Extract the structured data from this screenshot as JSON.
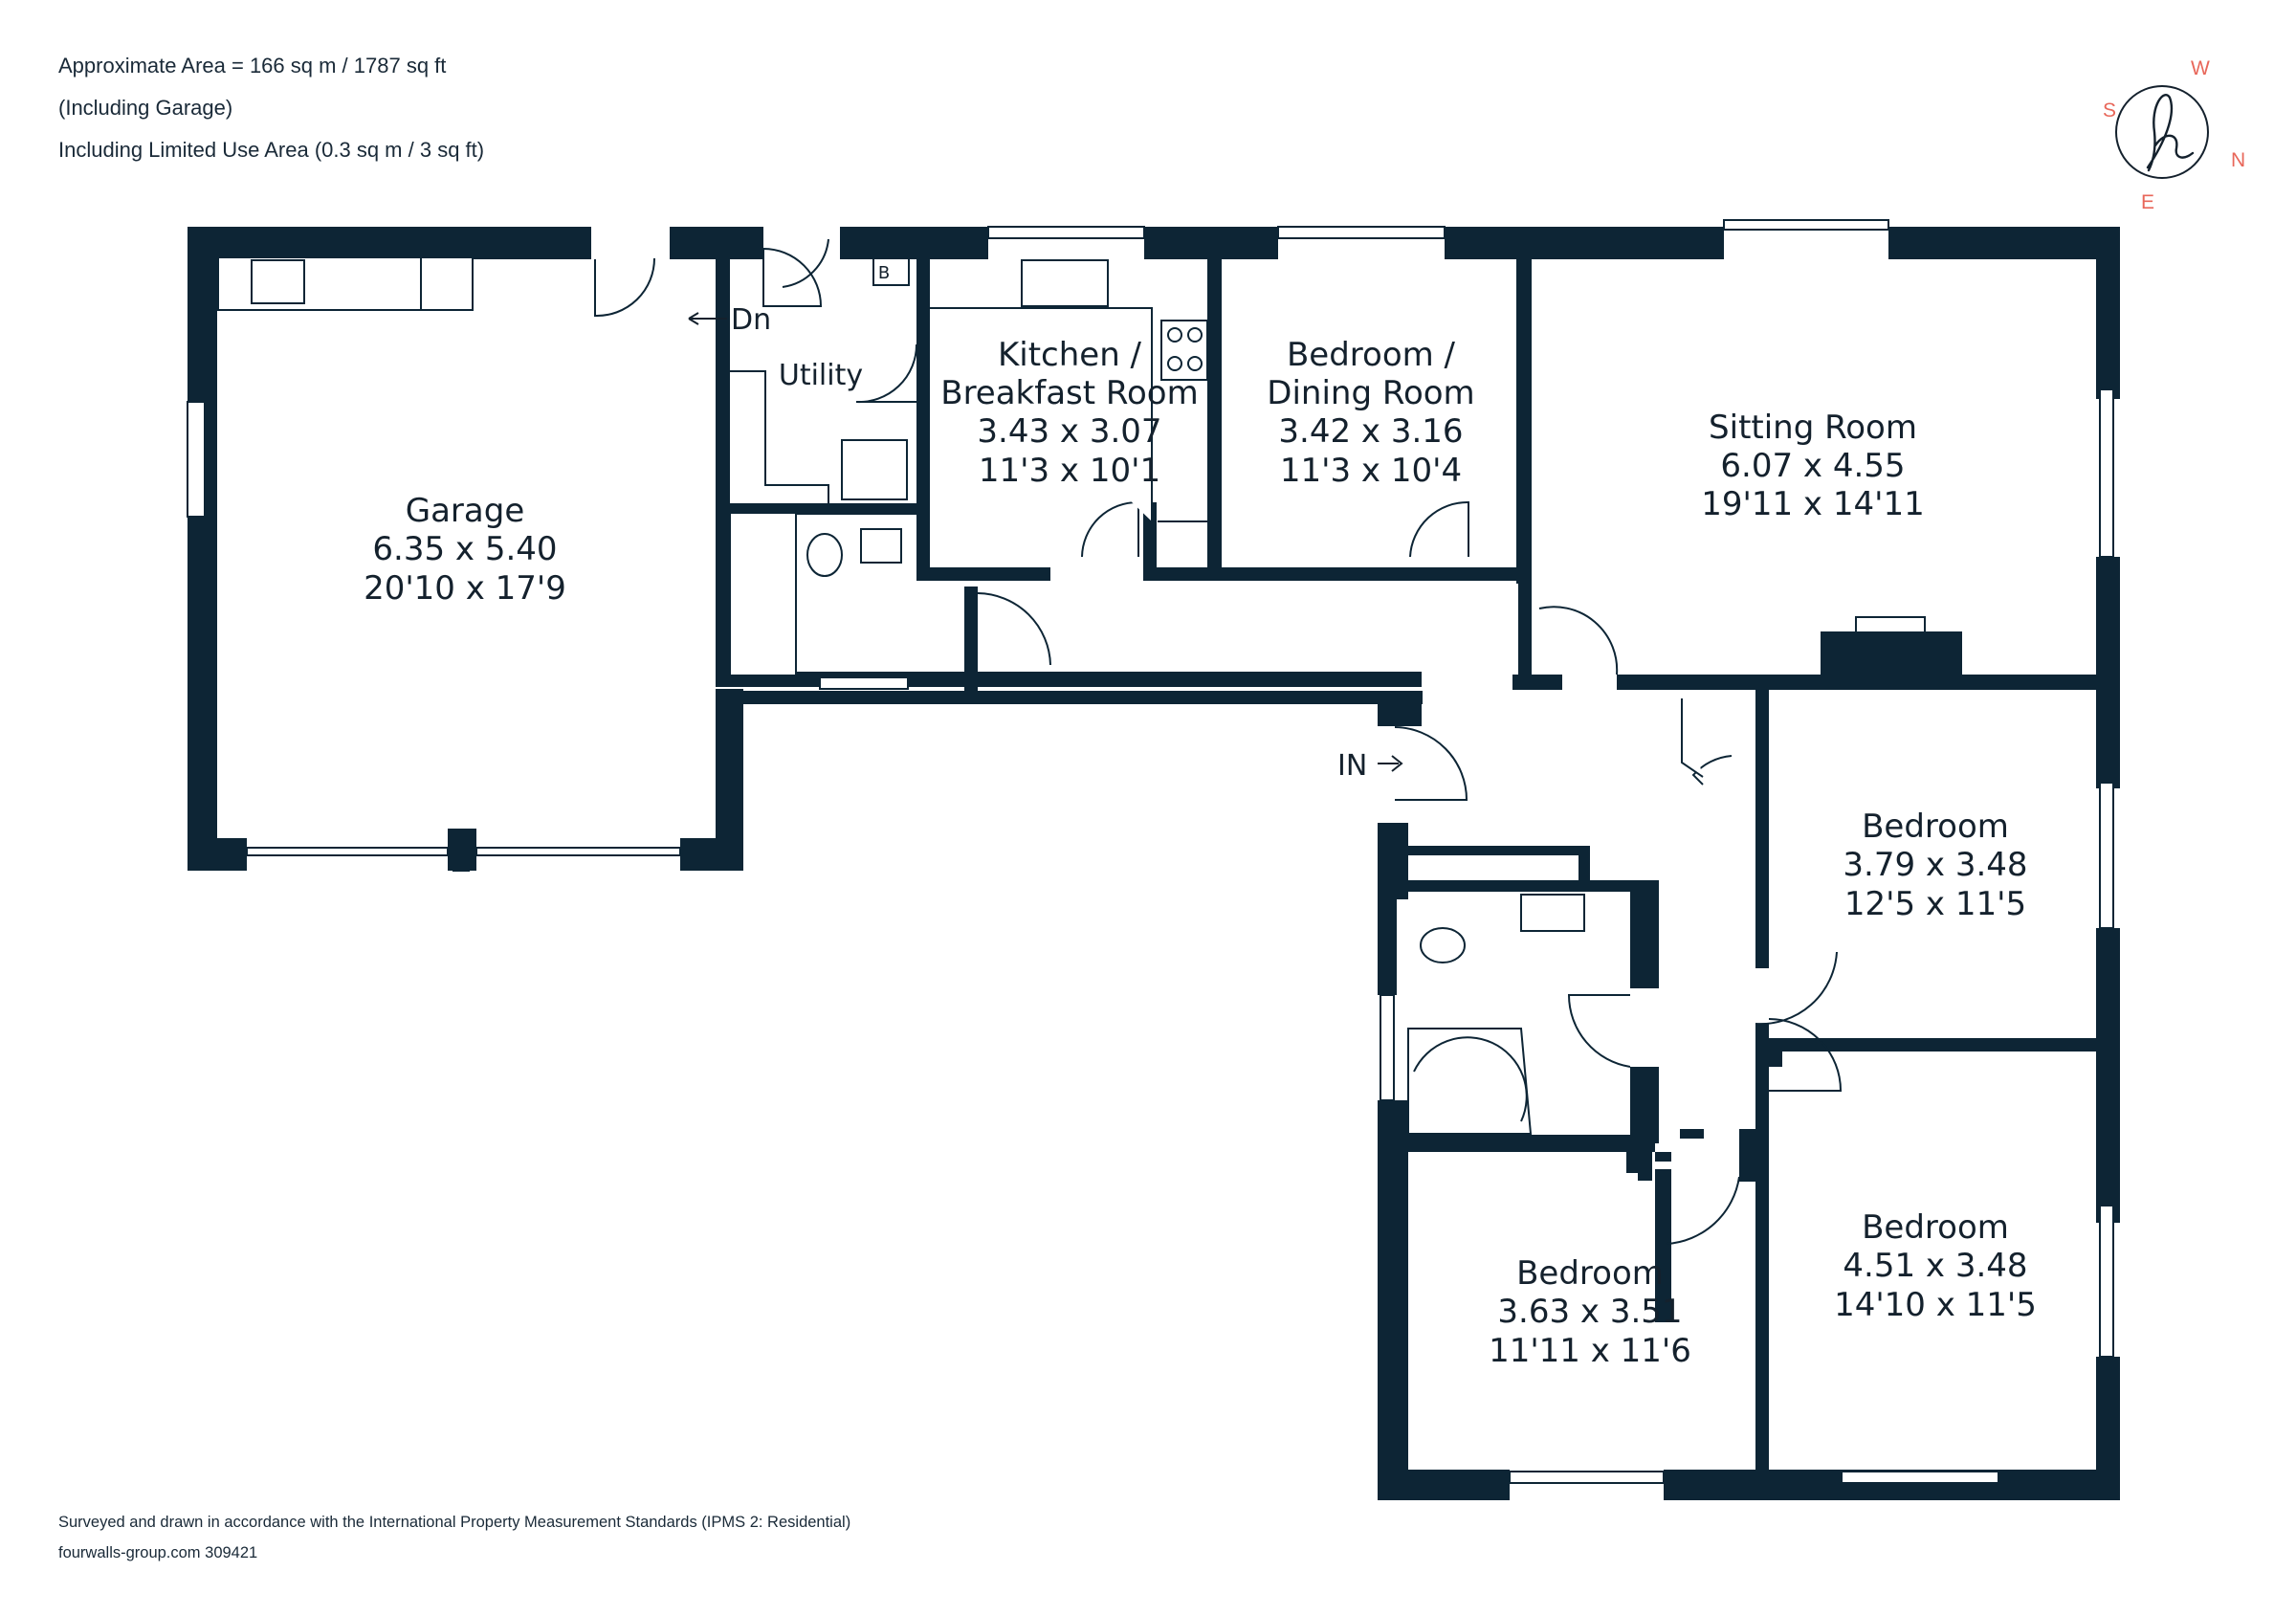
{
  "header": {
    "area_line": "Approximate Area = 166 sq m / 1787 sq ft",
    "garage_note": "(Including Garage)",
    "limited_use_note": "Including Limited Use Area (0.3 sq m / 3 sq ft)"
  },
  "compass": {
    "north": "N",
    "south": "S",
    "east": "E",
    "west": "W",
    "logo_letter": "h"
  },
  "colors": {
    "wall": "#0d2535",
    "accent": "#e8675a",
    "text": "#14212d"
  },
  "rooms": {
    "garage": {
      "name": "Garage",
      "metric": "6.35 x 5.40",
      "imperial": "20'10 x 17'9"
    },
    "utility": {
      "name": "Utility"
    },
    "kitchen": {
      "name_line1": "Kitchen /",
      "name_line2": "Breakfast Room",
      "metric": "3.43 x 3.07",
      "imperial": "11'3 x 10'1"
    },
    "dining": {
      "name_line1": "Bedroom /",
      "name_line2": "Dining Room",
      "metric": "3.42 x 3.16",
      "imperial": "11'3 x 10'4"
    },
    "sitting": {
      "name": "Sitting Room",
      "metric": "6.07 x 4.55",
      "imperial": "19'11 x 14'11"
    },
    "bedroom_east": {
      "name": "Bedroom",
      "metric": "3.79 x 3.48",
      "imperial": "12'5 x 11'5"
    },
    "bedroom_southeast": {
      "name": "Bedroom",
      "metric": "4.51 x 3.48",
      "imperial": "14'10 x 11'5"
    },
    "bedroom_south": {
      "name": "Bedroom",
      "metric": "3.63 x 3.51",
      "imperial": "11'11 x 11'6"
    }
  },
  "markers": {
    "down": "Dn",
    "boiler": "B",
    "entrance": "IN"
  },
  "footer": {
    "standards": "Surveyed and drawn in accordance with the International Property Measurement Standards (IPMS 2: Residential)",
    "reference": "fourwalls-group.com 309421"
  }
}
